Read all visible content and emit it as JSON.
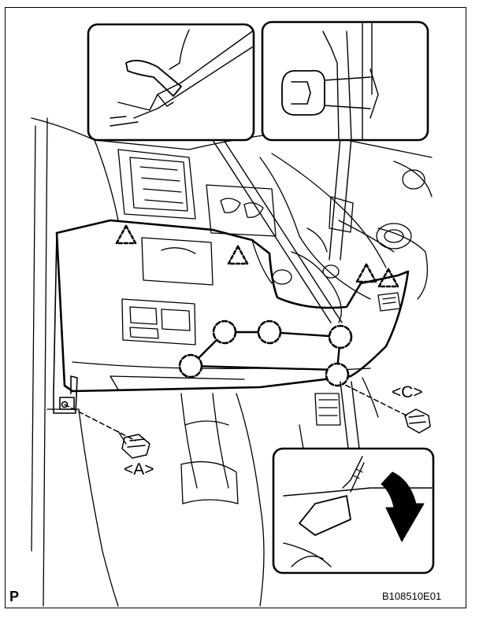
{
  "labels": {
    "clip_a": "<A>",
    "clip_c": "<C>"
  },
  "corner_letter": "P",
  "figure_code": "B108510E01",
  "icons": {
    "guide": "triangle-guide-icon",
    "clip": "circle-clip-icon",
    "arrow": "curved-down-arrow-icon"
  },
  "colors": {
    "line": "#000000",
    "background": "#ffffff"
  }
}
